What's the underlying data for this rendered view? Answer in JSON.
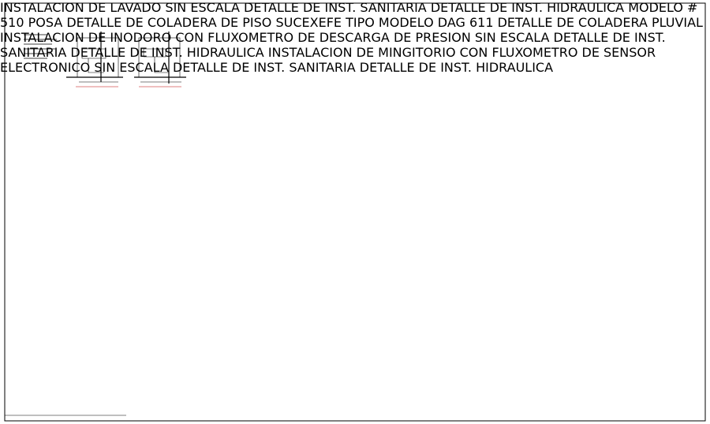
{
  "titles": {
    "lavado_title": "INSTALACION DE LAVADO",
    "lavado_scale": "SIN ESCALA",
    "lavado_sanitaria": "DETALLE DE INST. SANITARIA",
    "lavado_hidraulica": "DETALLE DE INST. HIDRAULICA",
    "coladera_piso_1": "DETALLE DE",
    "coladera_piso_2": "COLADERA DE PISO",
    "coladera_modelo": "MODELO # 510 POSA",
    "sucexsefe_1": "SUCEXEFE",
    "sucexsefe_2": "TIPO",
    "pluvial_1": "DETALLE DE",
    "pluvial_2": "COLADERA PLUVIAL",
    "pluvial_modelo": "MODELO DAG 611",
    "inodoro_title_1": "INSTALACION DE INODORO CON",
    "inodoro_title_2": "FLUXOMETRO DE DESCARGA DE PRESION",
    "inodoro_scale": "SIN ESCALA",
    "inodoro_detail": "DETALLE DE INST. SANITARIA DETALLE DE INST. HIDRAULICA",
    "mingitorio_title_1": "INSTALACION DE MINGITORIO CON",
    "mingitorio_title_2": "FLUXOMETRO DE SENSOR ELECTRONICO",
    "mingitorio_scale": "SIN ESCALA",
    "mingitorio_detail": "DETALLE DE INST. SANITARIA DETALLE DE INST. HIDRAULICA"
  },
  "colors": {
    "line": "#000000",
    "pipe_cold": "#00b4d8",
    "pipe_hot": "#ff00ff",
    "pipe_violet": "#7b2bd6",
    "dimension_red": "#d40000",
    "fixture_orange": "#f39c12",
    "tree_olive": "#8c7a1c",
    "field_cyan": "#00e0e0",
    "vegetation_green": "#1b8a3a"
  }
}
